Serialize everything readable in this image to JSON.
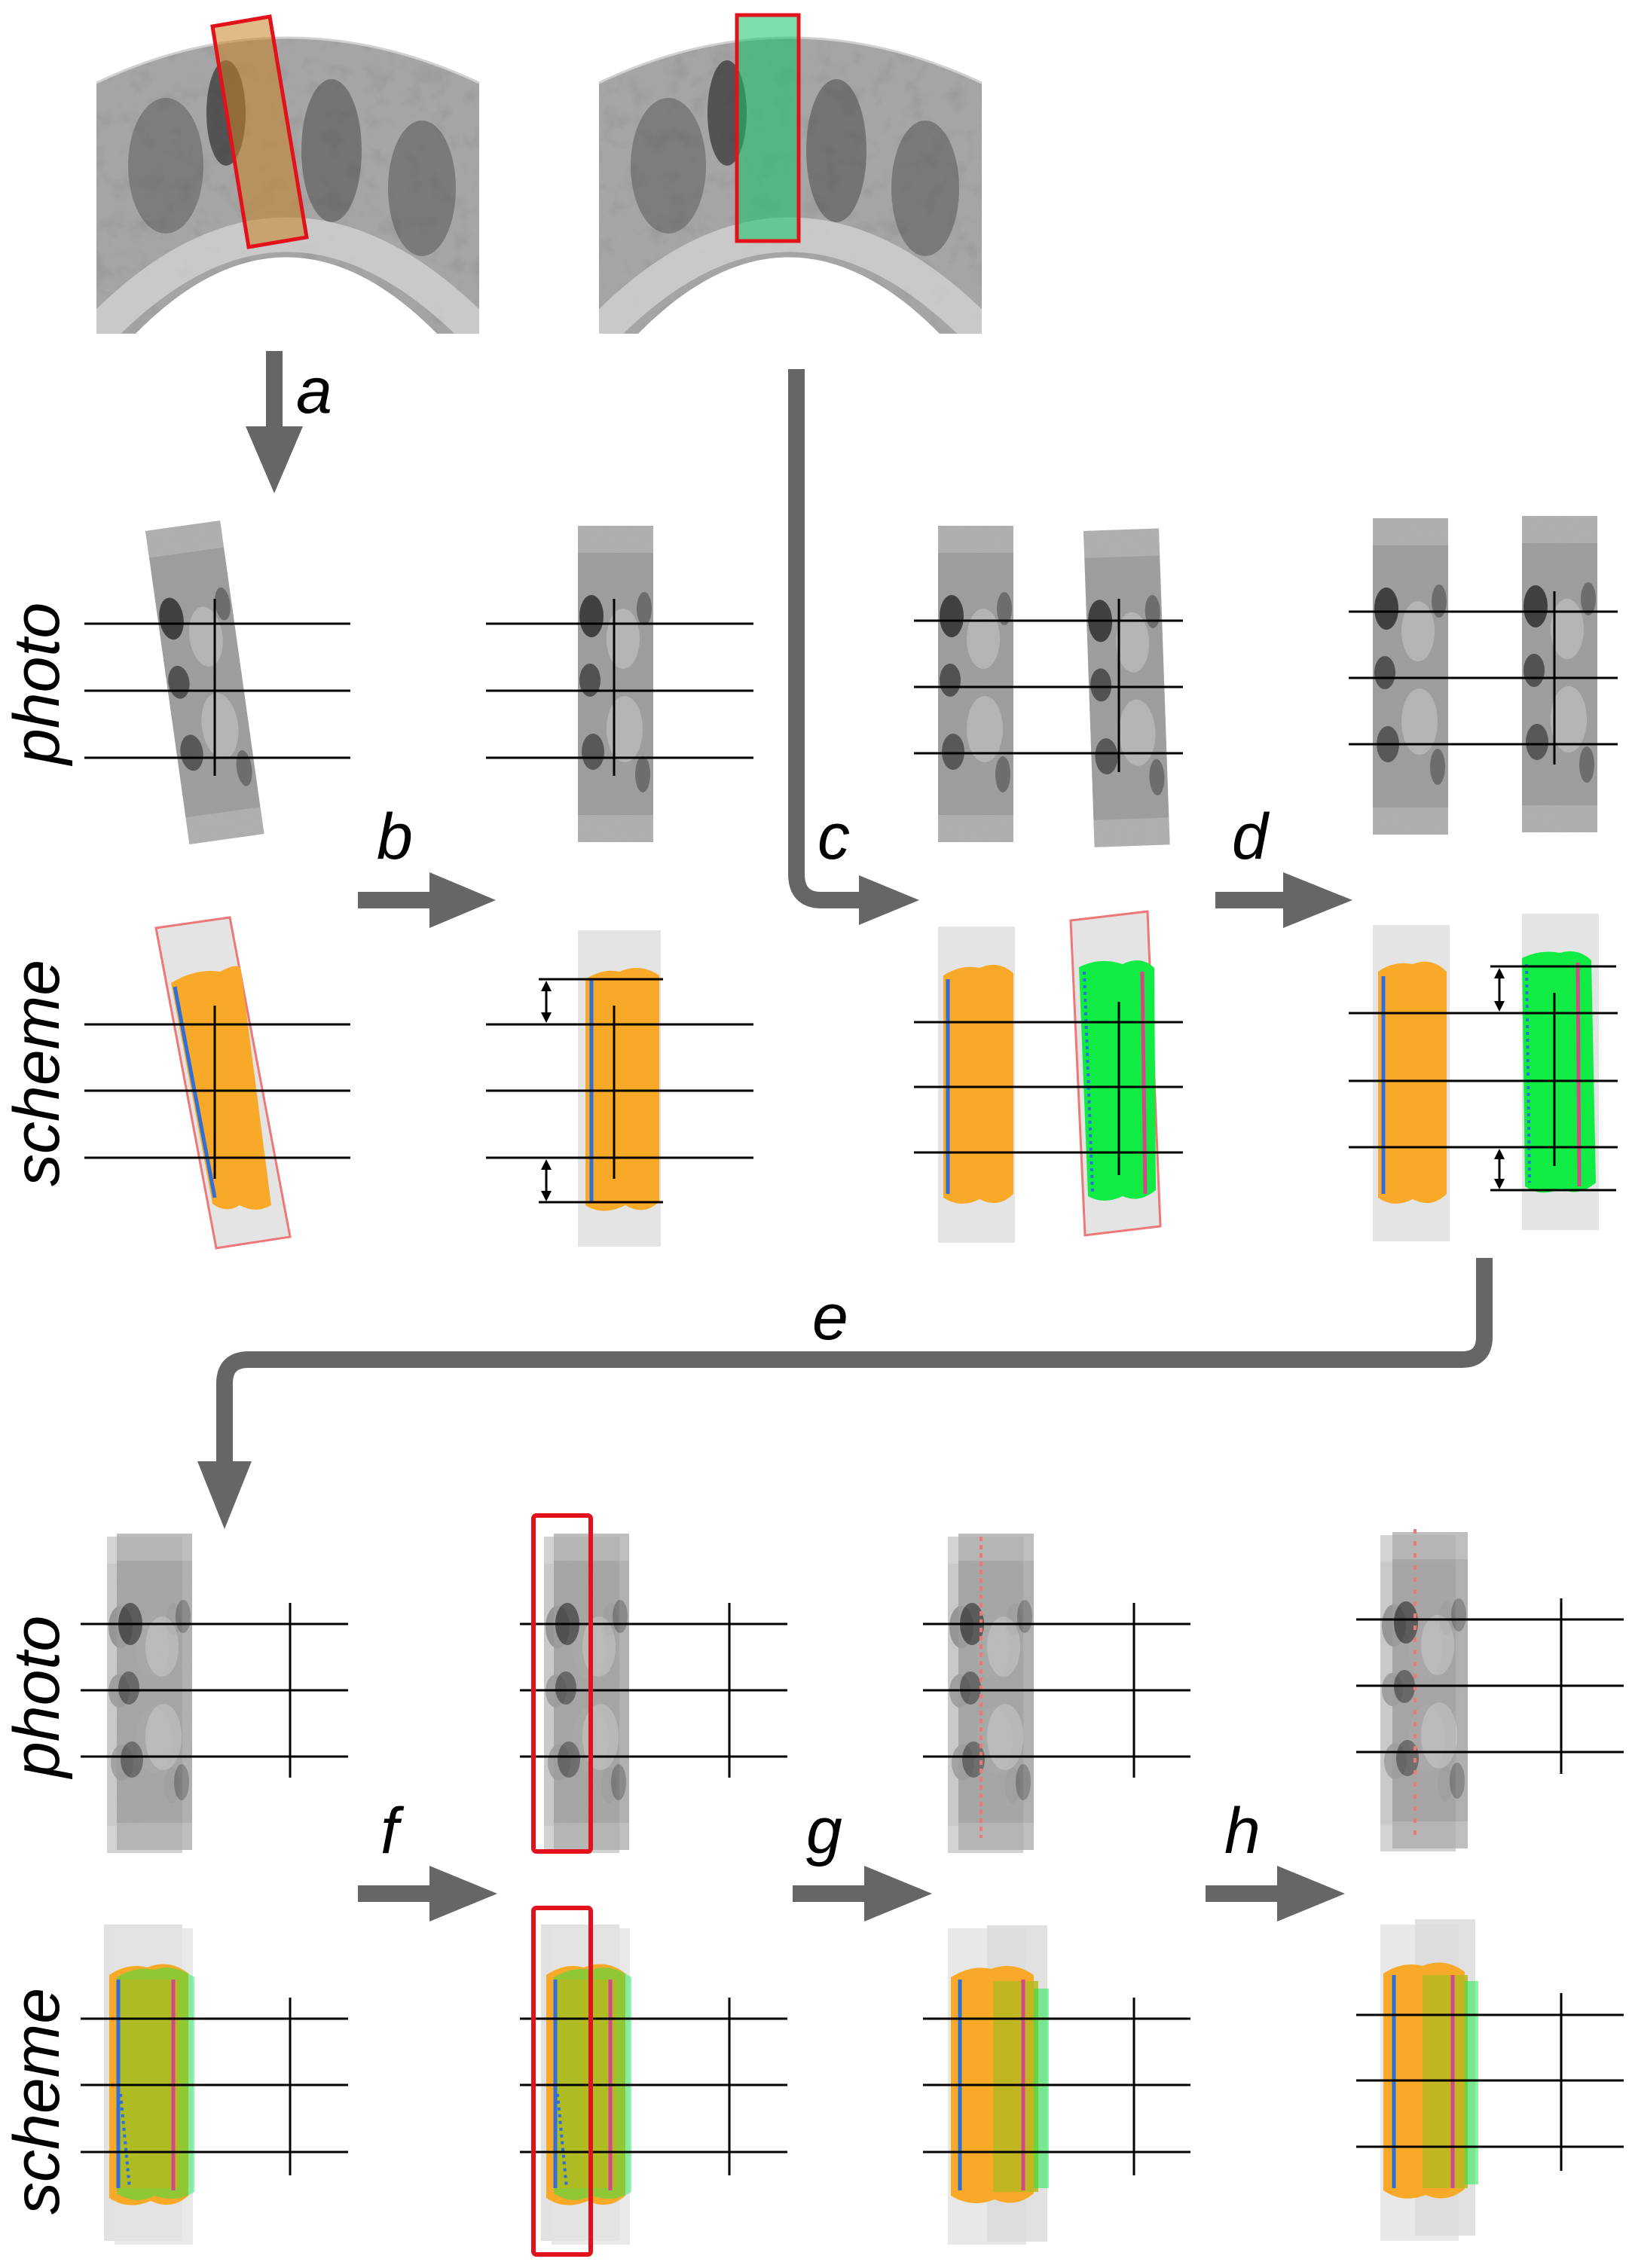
{
  "steps": {
    "a": "a",
    "b": "b",
    "c": "c",
    "d": "d",
    "e": "e",
    "f": "f",
    "g": "g",
    "h": "h"
  },
  "row_labels": {
    "photo_top": "photo",
    "scheme_top": "scheme",
    "photo_bottom": "photo",
    "scheme_bottom": "scheme"
  },
  "colors": {
    "orange_fill": "#f8a928",
    "green_fill": "#11ec44",
    "overlap_fill": "#b5b820",
    "blue_line": "#2e6fd9",
    "pink_line": "#d6478a",
    "red_box": "#e3111b",
    "light_red_box": "#ee7777",
    "arrow_gray": "#666666",
    "panel_gray": "#e4e4e4",
    "tomogram_gray": "#8a8a8a"
  }
}
